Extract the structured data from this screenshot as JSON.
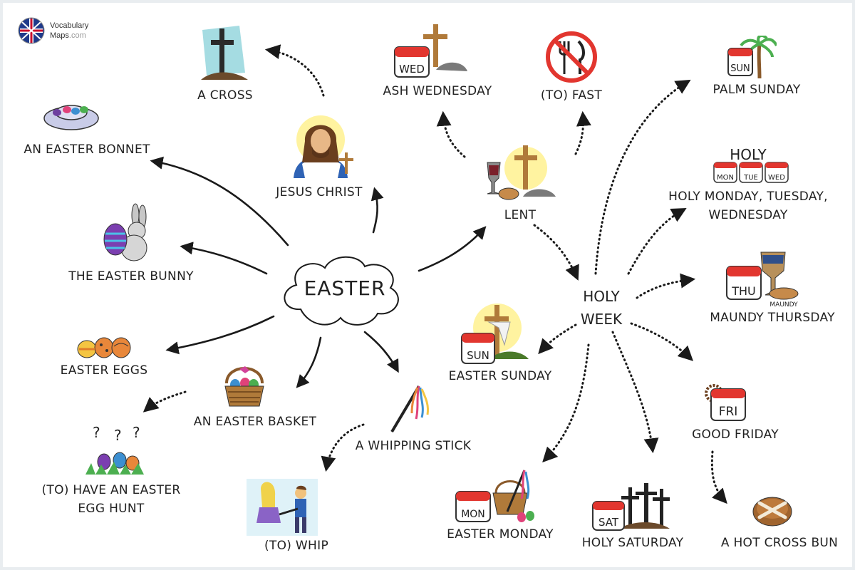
{
  "logo": {
    "line1": "Vocabulary",
    "line2_main": "Maps",
    "line2_suffix": ".com"
  },
  "center": {
    "label": "EASTER"
  },
  "hub": {
    "label_line1": "HOLY",
    "label_line2": "WEEK"
  },
  "nodes": {
    "cross": "A CROSS",
    "easter_bonnet": "AN EASTER BONNET",
    "jesus_christ": "JESUS CHRIST",
    "easter_bunny": "THE EASTER BUNNY",
    "easter_eggs": "EASTER EGGS",
    "easter_basket": "AN EASTER BASKET",
    "egg_hunt_line1": "(TO) HAVE AN EASTER",
    "egg_hunt_line2": "EGG HUNT",
    "whipping_stick": "A WHIPPING STICK",
    "whip": "(TO) WHIP",
    "ash_wednesday": "ASH WEDNESDAY",
    "fast": "(TO) FAST",
    "lent": "LENT",
    "palm_sunday": "PALM SUNDAY",
    "holy_mtw_line1": "HOLY MONDAY, TUESDAY,",
    "holy_mtw_line2": "WEDNESDAY",
    "maundy_thursday": "MAUNDY THURSDAY",
    "easter_sunday": "EASTER SUNDAY",
    "good_friday": "GOOD FRIDAY",
    "easter_monday": "EASTER MONDAY",
    "holy_saturday": "HOLY SATURDAY",
    "hot_cross_bun": "A HOT CROSS BUN"
  },
  "calendar_tags": {
    "wed": "WED",
    "sun_palm": "SUN",
    "holy": "HOLY",
    "mon": "MON",
    "tue": "TUE",
    "wed2": "WED",
    "thu": "THU",
    "maundy": "MAUNDY",
    "sun": "SUN",
    "fri": "FRI",
    "mon2": "MON",
    "sat": "SAT"
  },
  "colors": {
    "calendar_red": "#e2362f",
    "arrow": "#1a1a1a",
    "halo": "#fff3a0"
  }
}
